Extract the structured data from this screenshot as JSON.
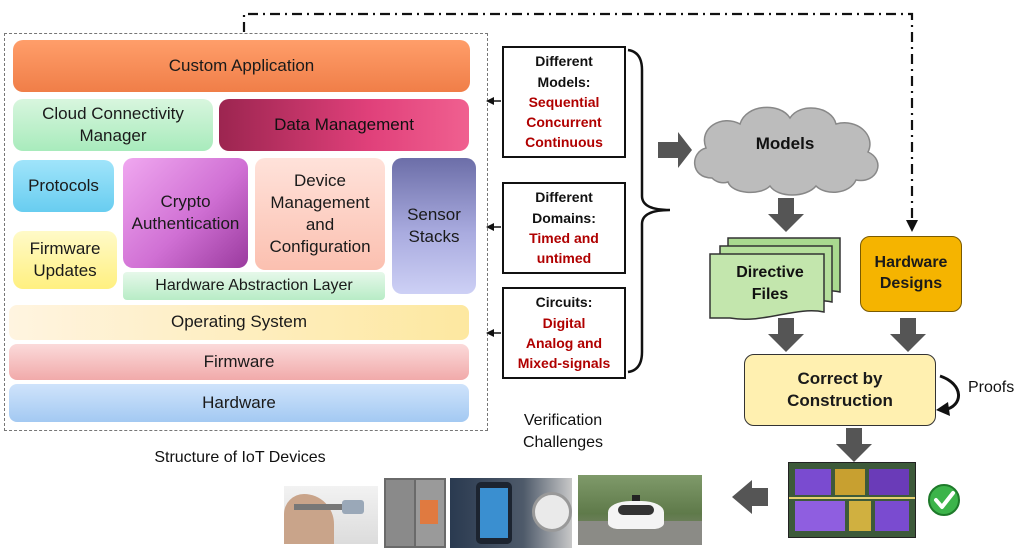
{
  "stack": {
    "custom_application": "Custom Application",
    "cloud_connectivity_1": "Cloud Connectivity",
    "cloud_connectivity_2": "Manager",
    "data_management": "Data Management",
    "protocols": "Protocols",
    "crypto_1": "Crypto",
    "crypto_2": "Authentication",
    "device_mgmt_1": "Device",
    "device_mgmt_2": "Management",
    "device_mgmt_3": "and",
    "device_mgmt_4": "Configuration",
    "sensor_1": "Sensor",
    "sensor_2": "Stacks",
    "firmware_updates_1": "Firmware",
    "firmware_updates_2": "Updates",
    "hal": "Hardware Abstraction Layer",
    "os": "Operating System",
    "firmware": "Firmware",
    "hardware": "Hardware"
  },
  "captions": {
    "structure": "Structure of IoT Devices",
    "verification_1": "Verification",
    "verification_2": "Challenges"
  },
  "challenges": {
    "models_title_1": "Different",
    "models_title_2": "Models:",
    "models_items": [
      "Sequential",
      "Concurrent",
      "Continuous"
    ],
    "domains_title_1": "Different",
    "domains_title_2": "Domains:",
    "domains_items": [
      "Timed and",
      "untimed"
    ],
    "circuits_title": "Circuits:",
    "circuits_items": [
      "Digital",
      "Analog and",
      "Mixed-signals"
    ]
  },
  "flow": {
    "models": "Models",
    "directive_1": "Directive",
    "directive_2": "Files",
    "hardware_designs_1": "Hardware",
    "hardware_designs_2": "Designs",
    "correct_1": "Correct by",
    "correct_2": "Construction",
    "proofs": "Proofs"
  },
  "colors": {
    "custom_application": "#f4905a",
    "data_management": "#c03868",
    "hardware_designs": "#f5b400",
    "correct": "#fff0b0",
    "dark_arrow": "#555555",
    "red_text": "#b00000"
  }
}
